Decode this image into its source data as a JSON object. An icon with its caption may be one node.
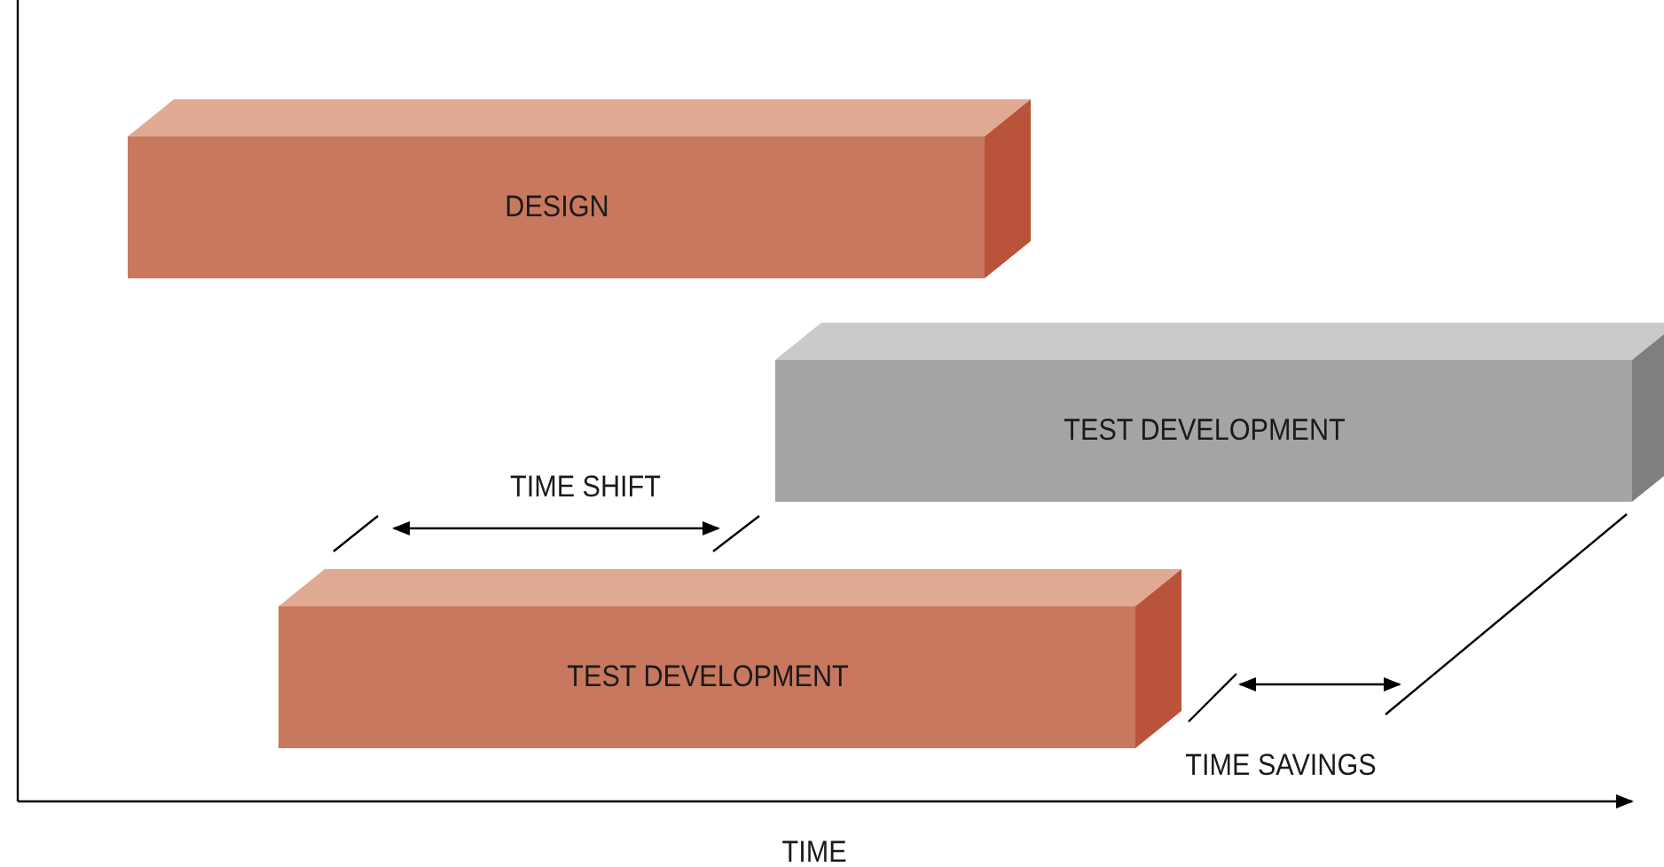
{
  "diagram": {
    "nodes": [
      {
        "text": [
          "DESIGN"
        ]
      },
      {
        "text": [
          "TEST DEVELOPMENT"
        ]
      },
      {
        "text": [
          "TEST DEVELOPMENT"
        ]
      }
    ],
    "labels": [
      "TIME SHIFT",
      "TIME SAVINGS",
      "TIME"
    ]
  }
}
